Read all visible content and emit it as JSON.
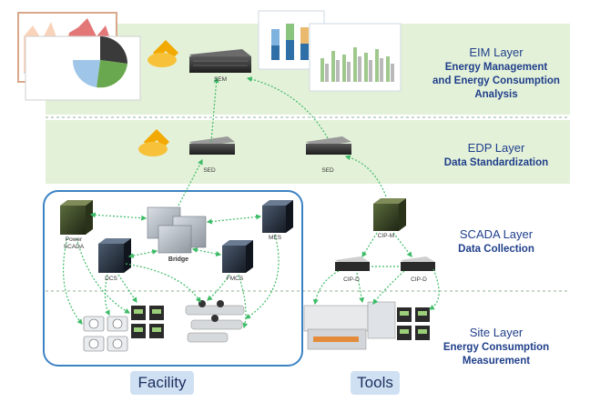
{
  "layers": [
    {
      "title": "EIM Layer",
      "lines": [
        "Energy Management",
        "and Energy Consumption",
        "Analysis"
      ]
    },
    {
      "title": "EDP Layer",
      "lines": [
        "Data Standardization"
      ]
    },
    {
      "title": "SCADA Layer",
      "lines": [
        "Data Collection"
      ]
    },
    {
      "title": "Site Layer",
      "lines": [
        "Energy Consumption",
        "Measurement"
      ]
    }
  ],
  "devices": {
    "sem": "SEM",
    "sed_left": "SED",
    "sed_right": "SED",
    "power_scada": "Power\nSCADA",
    "bridge": "Bridge",
    "mes": "MES",
    "dcs": "DCS",
    "fmcs": "FMCS",
    "cip_m": "CIP-M",
    "cip_d_left": "CIP-D",
    "cip_d_right": "CIP-D"
  },
  "groups": {
    "facility": "Facility",
    "tools": "Tools"
  },
  "colors": {
    "band": "#e4f1d9",
    "layer_text": "#1f3f8a",
    "arrow": "#3dbb66",
    "facility_border": "#3b82c4",
    "pill_bg": "#cfe0f3"
  }
}
